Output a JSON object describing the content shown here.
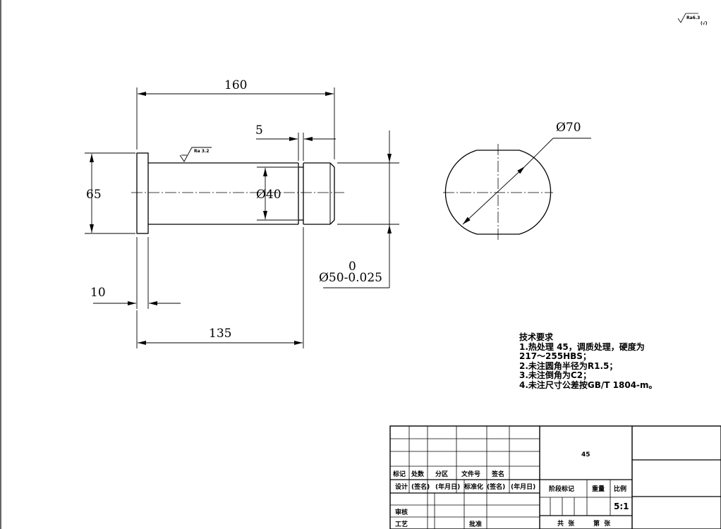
{
  "dimensions": {
    "total_length": "160",
    "groove_width": "5",
    "flange_diameter": "65",
    "shaft_diameter": "Ø40",
    "tolerance_diameter": "Ø50-0.025",
    "tolerance_upper": "0",
    "flange_thickness": "10",
    "shaft_length": "135",
    "end_view_diameter": "Ø70"
  },
  "surface_roughness": {
    "shaft": "Ra 3.2",
    "general": "Ra6.3",
    "general_suffix": "(√)"
  },
  "technical_requirements": {
    "title": "技术要求",
    "items": [
      "1.热处理 45，调质处理，硬度为",
      "217～255HBS；",
      "2.未注圆角半径为R1.5；",
      "3.未注倒角为C2；",
      "4.未注尺寸公差按GB/T 1804-m。"
    ]
  },
  "title_block": {
    "material": "45",
    "header_row": [
      "标记",
      "处数",
      "分区",
      "文件号",
      "签名"
    ],
    "design": "设计",
    "sign": "(签名)",
    "date": "(年月日)",
    "standardization": "标准化",
    "sign2": "(签名)",
    "date2": "(年月日)",
    "stage_mark": "阶段标记",
    "weight": "重量",
    "scale_label": "比例",
    "scale": "5:1",
    "review": "审核",
    "process": "工艺",
    "approve": "批准",
    "total_sheets": "共  张",
    "sheet_no": "第  张"
  }
}
